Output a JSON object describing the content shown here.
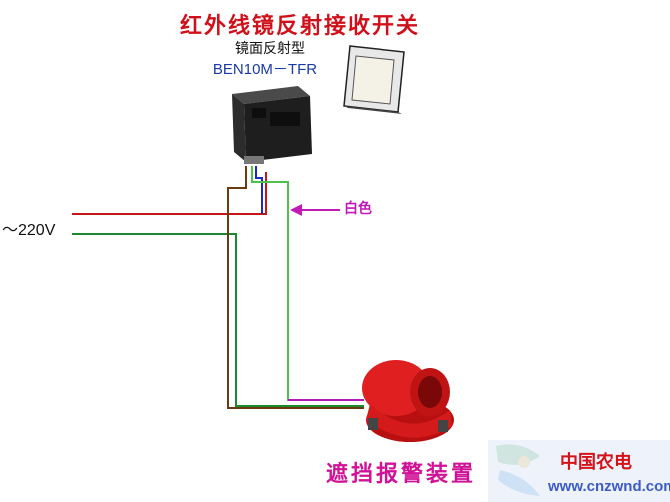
{
  "title": "红外线镜反射接收开关",
  "sensor": {
    "type_label": "镜面反射型",
    "model": "BEN10M－TFR"
  },
  "power": {
    "voltage_label": "～220V"
  },
  "wire_annotation": {
    "label": "白色"
  },
  "alarm": {
    "label": "遮挡报警装置"
  },
  "watermark": {
    "site_name": "中国农电",
    "url": "www.cnzwnd.com"
  },
  "colors": {
    "title": "#d0101a",
    "model": "#1a3aa8",
    "wire_red": "#c81616",
    "wire_green": "#1a8a2a",
    "wire_brown": "#6a3a10",
    "wire_blue": "#1a28c8",
    "wire_light_green": "#4cc14c",
    "wire_purple": "#b41ab4",
    "alarm_red": "#d81818"
  }
}
